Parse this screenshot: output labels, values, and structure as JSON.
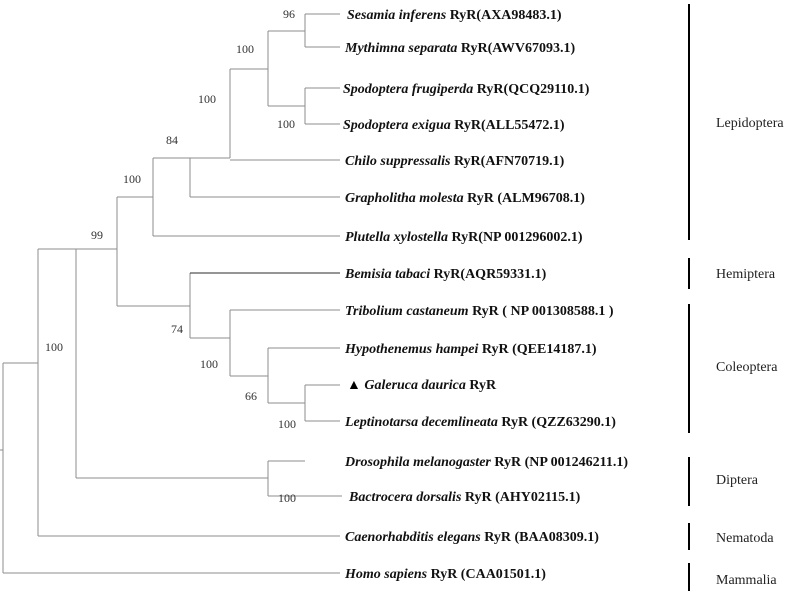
{
  "taxa": [
    {
      "id": "t1",
      "species": "Sesamia inferens",
      "suffix": " RyR(AXA98483.1)"
    },
    {
      "id": "t2",
      "species": "Mythimna separata",
      "suffix": " RyR(AWV67093.1)"
    },
    {
      "id": "t3",
      "species": "Spodoptera frugiperda",
      "suffix": " RyR(QCQ29110.1)"
    },
    {
      "id": "t4",
      "species": "Spodoptera exigua",
      "suffix": " RyR(ALL55472.1)"
    },
    {
      "id": "t5",
      "species": "Chilo suppressalis",
      "suffix": " RyR(AFN70719.1)"
    },
    {
      "id": "t6",
      "species": "Grapholitha molesta",
      "suffix": " RyR (ALM96708.1)"
    },
    {
      "id": "t7",
      "species": "Plutella xylostella",
      "suffix": " RyR(NP 001296002.1)"
    },
    {
      "id": "t8",
      "species": "Bemisia tabaci",
      "suffix": " RyR(AQR59331.1)"
    },
    {
      "id": "t9",
      "species": "Tribolium castaneum",
      "suffix": " RyR ( NP 001308588.1 )"
    },
    {
      "id": "t10",
      "species": "Hypothenemus hampei",
      "suffix": " RyR (QEE14187.1)"
    },
    {
      "id": "t11",
      "species": "Galeruca daurica",
      "suffix": " RyR",
      "marker": "▲"
    },
    {
      "id": "t12",
      "species": "Leptinotarsa decemlineata",
      "suffix": " RyR (QZZ63290.1)"
    },
    {
      "id": "t13",
      "species": "Drosophila melanogaster",
      "suffix": " RyR (NP 001246211.1)"
    },
    {
      "id": "t14",
      "species": "Bactrocera dorsalis",
      "suffix": " RyR (AHY02115.1)"
    },
    {
      "id": "t15",
      "species": "Caenorhabditis elegans",
      "suffix": " RyR (BAA08309.1)"
    },
    {
      "id": "t16",
      "species": "Homo sapiens",
      "suffix": " RyR (CAA01501.1)"
    }
  ],
  "bootstrap": {
    "sesamia_mythimna": "96",
    "spodoptera_pair": "100",
    "noctuid_clade": "100",
    "chilo_join": "100",
    "grapholitha_join": "84",
    "lepidoptera": "100",
    "insects_excl_diptera": "99",
    "coleoptera": "74",
    "coleoptera_inner": "100",
    "galeruca_leptinotarsa": "66",
    "galeruca_leptinotarsa_tip": "100",
    "diptera": "100",
    "root": "100"
  },
  "groups": [
    {
      "id": "lepidoptera",
      "label": "Lepidoptera"
    },
    {
      "id": "hemiptera",
      "label": "Hemiptera"
    },
    {
      "id": "coleoptera",
      "label": "Coleoptera"
    },
    {
      "id": "diptera",
      "label": "Diptera"
    },
    {
      "id": "nematoda",
      "label": "Nematoda"
    },
    {
      "id": "mammalia",
      "label": "Mammalia"
    }
  ]
}
